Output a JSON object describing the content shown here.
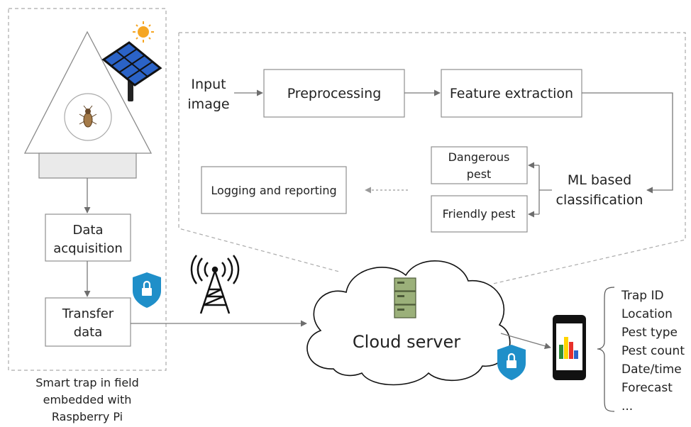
{
  "trap": {
    "caption_lines": [
      "Smart trap in field",
      "embedded with",
      "Raspberry Pi"
    ],
    "data_acquisition_lines": [
      "Data",
      "acquisition"
    ],
    "transfer_data_lines": [
      "Transfer",
      "data"
    ]
  },
  "pipeline": {
    "input_image_lines": [
      "Input",
      "image"
    ],
    "preprocessing": "Preprocessing",
    "feature_extraction": "Feature extraction",
    "ml_classification_lines": [
      "ML based",
      "classification"
    ],
    "dangerous_pest_lines": [
      "Dangerous",
      "pest"
    ],
    "friendly_pest": "Friendly pest",
    "logging_reporting": "Logging and reporting"
  },
  "cloud": {
    "label": "Cloud server"
  },
  "report_fields": [
    "Trap ID",
    "Location",
    "Pest type",
    "Pest count",
    "Date/time",
    "Forecast",
    "..."
  ],
  "colors": {
    "shield": "#1f8fc9",
    "solar_panel": "#2b63c7",
    "sun": "#f5a623",
    "server": "#9bb07a",
    "chart_bars": [
      "#2e8b3a",
      "#ffd400",
      "#e8302a",
      "#2b63c7"
    ]
  },
  "icons": [
    "sun-icon",
    "solar-panel-icon",
    "insect-icon",
    "shield-lock-icon",
    "antenna-tower-icon",
    "server-icon",
    "smartphone-chart-icon"
  ]
}
